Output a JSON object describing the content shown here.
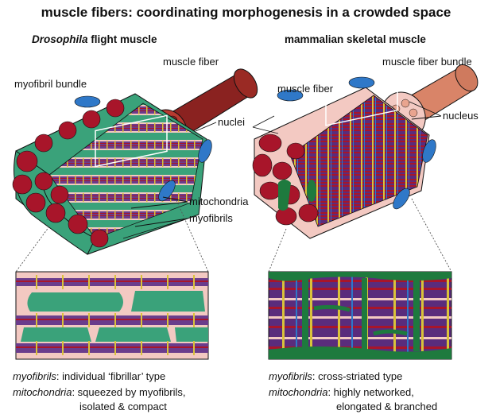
{
  "title": "muscle fibers: coordinating morphogenesis in a crowded space",
  "left": {
    "header_italic": "Drosophila",
    "header_rest": " flight muscle",
    "labels": {
      "muscle_fiber": "muscle fiber",
      "myofibril_bundle": "myofibril bundle",
      "nuclei": "nuclei",
      "mitochondria": "mitochondria",
      "myofibrils": "myofibrils"
    },
    "caption": {
      "myofibrils_term": "myofibrils",
      "myofibrils_desc": ": individual ‘fibrillar’ type",
      "mito_term": "mitochondria",
      "mito_desc_1": ": squeezed by myofibrils,",
      "mito_desc_2": "isolated & compact"
    }
  },
  "right": {
    "header": "mammalian skeletal muscle",
    "labels": {
      "muscle_fiber_bundle": "muscle fiber bundle",
      "muscle_fiber": "muscle fiber",
      "nucleus": "nucleus"
    },
    "caption": {
      "myofibrils_term": "myofibrils",
      "myofibrils_desc": ": cross-striated type",
      "mito_term": "mitochondria",
      "mito_desc_1": ": highly networked,",
      "mito_desc_2": "elongated & branched"
    }
  },
  "colors": {
    "sarcoplasm": "#f3c9c2",
    "mitochondria_fly": "#3aa27a",
    "mitochondria_mammal": "#1e7a3e",
    "myofibril_red": "#a8152a",
    "band_purple": "#6a3c8c",
    "z_line_yellow": "#d9c23a",
    "nucleus_blue": "#2f78c8",
    "fiber_brown": "#8a2220",
    "bundle_salmon": "#d98468"
  }
}
